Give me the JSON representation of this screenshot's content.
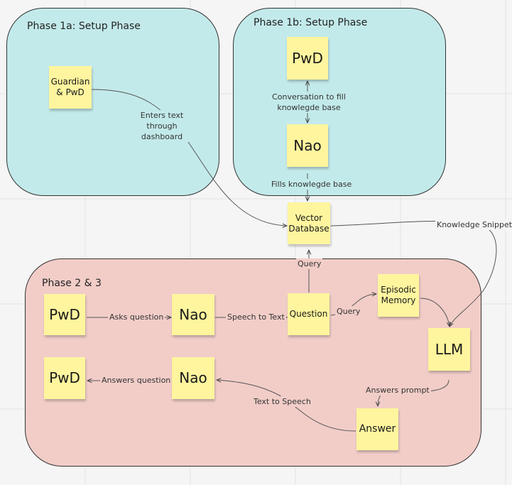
{
  "regions": {
    "phase1a": "Phase 1a: Setup Phase",
    "phase1b": "Phase 1b: Setup Phase",
    "phase23": "Phase 2 & 3"
  },
  "nodes": {
    "guardian_pwd": "Guardian & PwD",
    "pwd_1b": "PwD",
    "nao_1b": "Nao",
    "vector_db": "Vector Database",
    "pwd_ask": "PwD",
    "nao_ask": "Nao",
    "question": "Question",
    "episodic_memory": "Episodic Memory",
    "llm": "LLM",
    "pwd_answer": "PwD",
    "nao_answer": "Nao",
    "answer": "Answer"
  },
  "edges": {
    "enters_text": "Enters text through dashboard",
    "conversation": "Conversation to fill knowlegde base",
    "fills_kb": "Fills knowlegde base",
    "knowledge_snippets": "Knowledge Snippets",
    "query_db": "Query",
    "asks_question": "Asks question",
    "speech_to_text": "Speech to Text",
    "query_memory": "Query",
    "answers_prompt": "Answers prompt",
    "text_to_speech": "Text to Speech",
    "answers_question": "Answers question"
  },
  "colors": {
    "setup_region": "#c3eaea",
    "phase23_region": "#f2cdc8",
    "sticky_note": "#fef59e",
    "connector": "#555555"
  }
}
